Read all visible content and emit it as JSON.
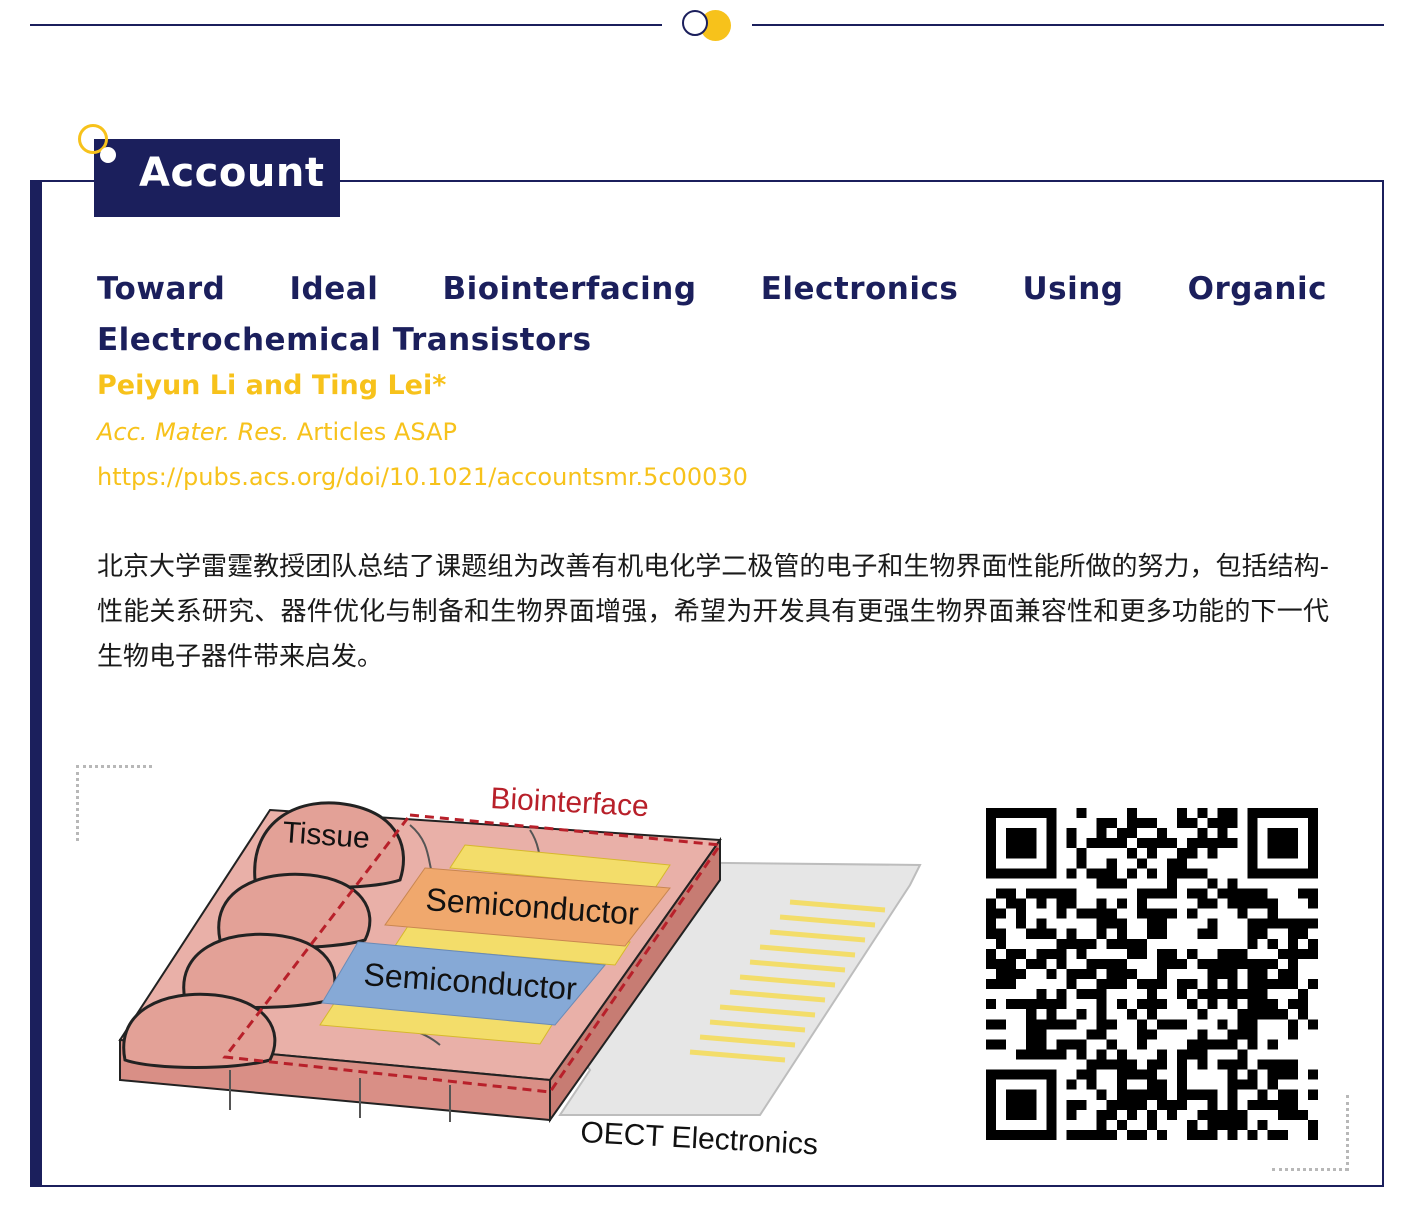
{
  "section": {
    "badge": "Account"
  },
  "article": {
    "title": "Toward Ideal Biointerfacing Electronics Using Organic Electrochemical Transistors",
    "authors": "Peiyun Li and Ting Lei*",
    "journal_name": "Acc. Mater. Res.",
    "journal_status": "Articles ASAP",
    "doi_url": "https://pubs.acs.org/doi/10.1021/accountsmr.5c00030"
  },
  "summary": "北京大学雷霆教授团队总结了课题组为改善有机电化学二极管的电子和生物界面性能所做的努力，包括结构-性能关系研究、器件优化与制备和生物界面增强，希望为开发具有更强生物界面兼容性和更多功能的下一代生物电子器件带来启发。",
  "figure": {
    "label_biointerface": "Biointerface",
    "label_tissue": "Tissue",
    "label_semiconductor_top": "Semiconductor",
    "label_semiconductor_bottom": "Semiconductor",
    "label_oect": "OECT Electronics"
  },
  "colors": {
    "navy": "#1b1f5c",
    "yellow": "#f7c21b"
  }
}
